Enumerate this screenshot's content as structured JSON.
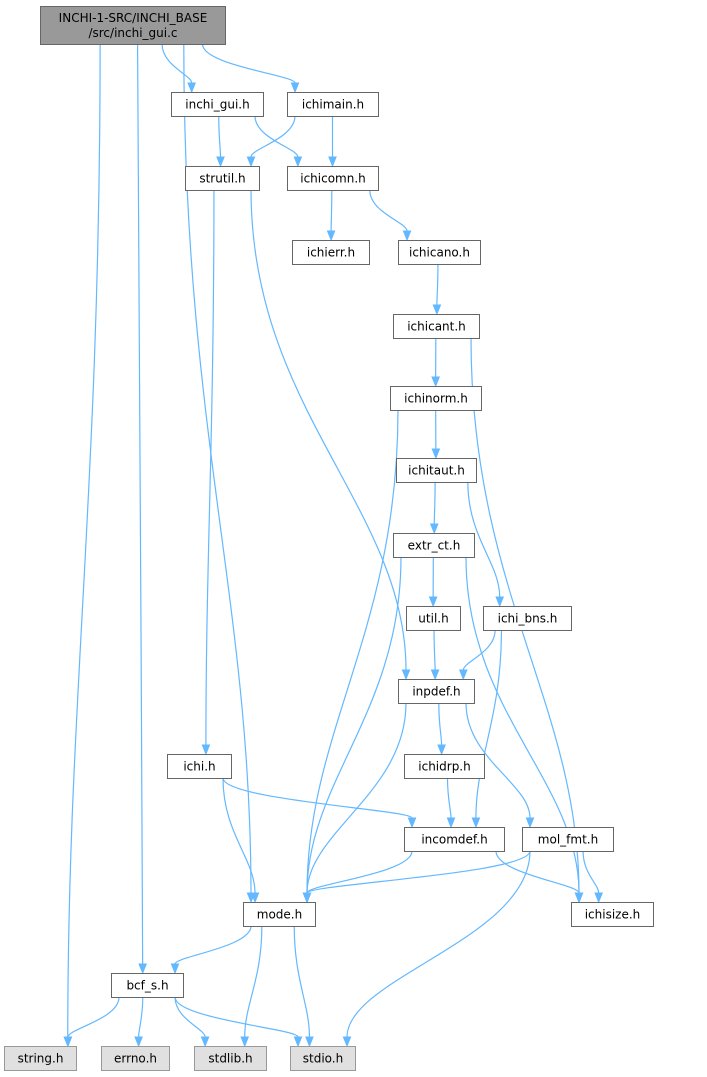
{
  "colors": {
    "edge": "#63b8ff",
    "focus_fill": "#999999",
    "focus_border": "#666666",
    "file_fill": "#ffffff",
    "file_border": "#666666",
    "system_fill": "#e0e0e0",
    "system_border": "#999999"
  },
  "nodes": [
    {
      "id": "root",
      "lines": [
        "INCHI-1-SRC/INCHI_BASE",
        "/src/inchi_gui.c"
      ],
      "kind": "focus"
    },
    {
      "id": "inchi_gui_h",
      "lines": [
        "inchi_gui.h"
      ],
      "kind": "file"
    },
    {
      "id": "ichimain_h",
      "lines": [
        "ichimain.h"
      ],
      "kind": "file"
    },
    {
      "id": "strutil_h",
      "lines": [
        "strutil.h"
      ],
      "kind": "file"
    },
    {
      "id": "ichicomn_h",
      "lines": [
        "ichicomn.h"
      ],
      "kind": "file"
    },
    {
      "id": "ichierr_h",
      "lines": [
        "ichierr.h"
      ],
      "kind": "file"
    },
    {
      "id": "ichicano_h",
      "lines": [
        "ichicano.h"
      ],
      "kind": "file"
    },
    {
      "id": "ichicant_h",
      "lines": [
        "ichicant.h"
      ],
      "kind": "file"
    },
    {
      "id": "ichinorm_h",
      "lines": [
        "ichinorm.h"
      ],
      "kind": "file"
    },
    {
      "id": "ichitaut_h",
      "lines": [
        "ichitaut.h"
      ],
      "kind": "file"
    },
    {
      "id": "extr_ct_h",
      "lines": [
        "extr_ct.h"
      ],
      "kind": "file"
    },
    {
      "id": "util_h",
      "lines": [
        "util.h"
      ],
      "kind": "file"
    },
    {
      "id": "ichi_bns_h",
      "lines": [
        "ichi_bns.h"
      ],
      "kind": "file"
    },
    {
      "id": "inpdef_h",
      "lines": [
        "inpdef.h"
      ],
      "kind": "file"
    },
    {
      "id": "ichi_h",
      "lines": [
        "ichi.h"
      ],
      "kind": "file"
    },
    {
      "id": "ichidrp_h",
      "lines": [
        "ichidrp.h"
      ],
      "kind": "file"
    },
    {
      "id": "incomdef_h",
      "lines": [
        "incomdef.h"
      ],
      "kind": "file"
    },
    {
      "id": "mol_fmt_h",
      "lines": [
        "mol_fmt.h"
      ],
      "kind": "file"
    },
    {
      "id": "mode_h",
      "lines": [
        "mode.h"
      ],
      "kind": "file"
    },
    {
      "id": "ichisize_h",
      "lines": [
        "ichisize.h"
      ],
      "kind": "file"
    },
    {
      "id": "bcf_s_h",
      "lines": [
        "bcf_s.h"
      ],
      "kind": "file"
    },
    {
      "id": "string_h",
      "lines": [
        "string.h"
      ],
      "kind": "system"
    },
    {
      "id": "errno_h",
      "lines": [
        "errno.h"
      ],
      "kind": "system"
    },
    {
      "id": "stdlib_h",
      "lines": [
        "stdlib.h"
      ],
      "kind": "system"
    },
    {
      "id": "stdio_h",
      "lines": [
        "stdio.h"
      ],
      "kind": "system"
    }
  ],
  "edges": [
    {
      "from": "root",
      "to": "inchi_gui_h"
    },
    {
      "from": "root",
      "to": "ichimain_h"
    },
    {
      "from": "root",
      "to": "string_h"
    },
    {
      "from": "root",
      "to": "bcf_s_h"
    },
    {
      "from": "root",
      "to": "mode_h"
    },
    {
      "from": "inchi_gui_h",
      "to": "strutil_h"
    },
    {
      "from": "inchi_gui_h",
      "to": "ichicomn_h"
    },
    {
      "from": "ichimain_h",
      "to": "strutil_h"
    },
    {
      "from": "ichimain_h",
      "to": "ichicomn_h"
    },
    {
      "from": "ichicomn_h",
      "to": "ichierr_h"
    },
    {
      "from": "ichicomn_h",
      "to": "ichicano_h"
    },
    {
      "from": "ichicano_h",
      "to": "ichicant_h"
    },
    {
      "from": "ichicant_h",
      "to": "ichinorm_h"
    },
    {
      "from": "ichicant_h",
      "to": "ichisize_h"
    },
    {
      "from": "ichinorm_h",
      "to": "ichitaut_h"
    },
    {
      "from": "ichinorm_h",
      "to": "mode_h"
    },
    {
      "from": "ichitaut_h",
      "to": "extr_ct_h"
    },
    {
      "from": "ichitaut_h",
      "to": "ichi_bns_h"
    },
    {
      "from": "extr_ct_h",
      "to": "util_h"
    },
    {
      "from": "extr_ct_h",
      "to": "mode_h"
    },
    {
      "from": "extr_ct_h",
      "to": "ichisize_h"
    },
    {
      "from": "util_h",
      "to": "inpdef_h"
    },
    {
      "from": "ichi_bns_h",
      "to": "inpdef_h"
    },
    {
      "from": "ichi_bns_h",
      "to": "incomdef_h"
    },
    {
      "from": "strutil_h",
      "to": "ichi_h"
    },
    {
      "from": "strutil_h",
      "to": "inpdef_h"
    },
    {
      "from": "inpdef_h",
      "to": "ichidrp_h"
    },
    {
      "from": "inpdef_h",
      "to": "mol_fmt_h"
    },
    {
      "from": "inpdef_h",
      "to": "mode_h"
    },
    {
      "from": "ichidrp_h",
      "to": "incomdef_h"
    },
    {
      "from": "ichi_h",
      "to": "incomdef_h"
    },
    {
      "from": "ichi_h",
      "to": "mode_h"
    },
    {
      "from": "incomdef_h",
      "to": "mode_h"
    },
    {
      "from": "incomdef_h",
      "to": "ichisize_h"
    },
    {
      "from": "mol_fmt_h",
      "to": "mode_h"
    },
    {
      "from": "mol_fmt_h",
      "to": "ichisize_h"
    },
    {
      "from": "mol_fmt_h",
      "to": "stdio_h"
    },
    {
      "from": "mode_h",
      "to": "bcf_s_h"
    },
    {
      "from": "mode_h",
      "to": "stdlib_h"
    },
    {
      "from": "mode_h",
      "to": "stdio_h"
    },
    {
      "from": "bcf_s_h",
      "to": "string_h"
    },
    {
      "from": "bcf_s_h",
      "to": "errno_h"
    },
    {
      "from": "bcf_s_h",
      "to": "stdlib_h"
    },
    {
      "from": "bcf_s_h",
      "to": "stdio_h"
    }
  ]
}
